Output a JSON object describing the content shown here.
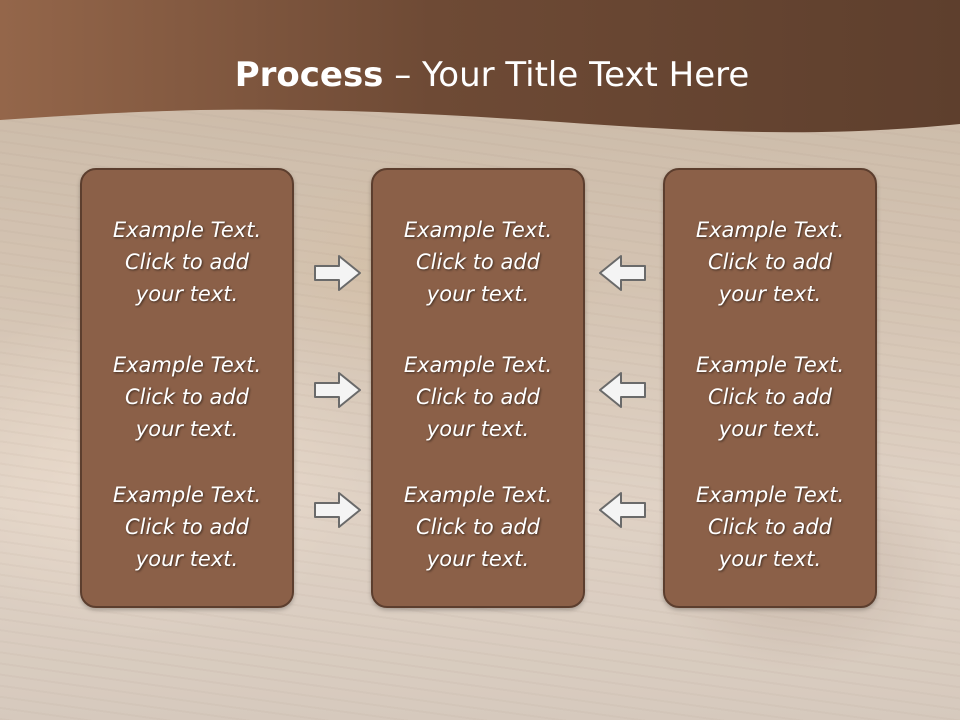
{
  "title": {
    "bold": "Process",
    "rest": " – Your Title Text Here"
  },
  "colors": {
    "header": "#6e4a35",
    "box": "#8b6048",
    "box_border": "#5c3e2e",
    "arrow_fill": "#f4f4f4",
    "arrow_stroke": "#6a6a6a"
  },
  "columns": [
    {
      "items": [
        {
          "line1": "Example Text.",
          "line2": "Click  to add",
          "line3": "your text."
        },
        {
          "line1": "Example Text.",
          "line2": "Click  to add",
          "line3": "your text."
        },
        {
          "line1": "Example Text.",
          "line2": "Click  to add",
          "line3": "your text."
        }
      ]
    },
    {
      "items": [
        {
          "line1": "Example Text.",
          "line2": "Click  to add",
          "line3": "your text."
        },
        {
          "line1": "Example Text.",
          "line2": "Click  to add",
          "line3": "your text."
        },
        {
          "line1": "Example Text.",
          "line2": "Click  to add",
          "line3": "your text."
        }
      ]
    },
    {
      "items": [
        {
          "line1": "Example Text.",
          "line2": "Click  to add",
          "line3": "your text."
        },
        {
          "line1": "Example Text.",
          "line2": "Click  to add",
          "line3": "your text."
        },
        {
          "line1": "Example Text.",
          "line2": "Click  to add",
          "line3": "your text."
        }
      ]
    }
  ],
  "arrows": {
    "left_group": "right-arrow-icon",
    "right_group": "left-arrow-icon"
  }
}
